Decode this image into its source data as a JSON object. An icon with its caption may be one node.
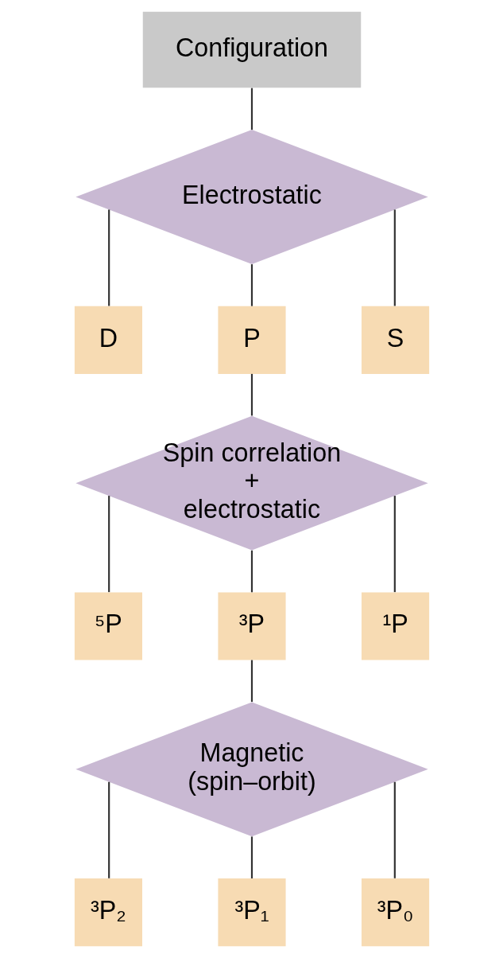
{
  "diagram": {
    "nodes": [
      {
        "text": [
          "Configuration"
        ]
      },
      {
        "text": [
          "Electrostatic"
        ]
      },
      {
        "text": [
          "D"
        ]
      },
      {
        "text": [
          "P"
        ]
      },
      {
        "text": [
          "S"
        ]
      },
      {
        "text": [
          "Spin correlation + electrostatic"
        ]
      },
      {
        "text": [
          "⁵P"
        ]
      },
      {
        "text": [
          "³P"
        ]
      },
      {
        "text": [
          "¹P"
        ]
      },
      {
        "text": [
          "Magnetic (spin–orbit)"
        ]
      },
      {
        "text": [
          "³P₂"
        ]
      },
      {
        "text": [
          "³P₁"
        ]
      },
      {
        "text": [
          "³P₀"
        ]
      }
    ],
    "edges": [
      {
        "from": 0,
        "to": 1,
        "arrow": "none"
      },
      {
        "from": 1,
        "to": 2,
        "arrow": "none"
      },
      {
        "from": 1,
        "to": 3,
        "arrow": "none"
      },
      {
        "from": 1,
        "to": 4,
        "arrow": "none"
      },
      {
        "from": 3,
        "to": 5,
        "arrow": "none"
      },
      {
        "from": 5,
        "to": 6,
        "arrow": "none"
      },
      {
        "from": 5,
        "to": 7,
        "arrow": "none"
      },
      {
        "from": 5,
        "to": 8,
        "arrow": "none"
      },
      {
        "from": 7,
        "to": 9,
        "arrow": "none"
      },
      {
        "from": 9,
        "to": 10,
        "arrow": "none"
      },
      {
        "from": 9,
        "to": 11,
        "arrow": "none"
      },
      {
        "from": 9,
        "to": 12,
        "arrow": "none"
      }
    ]
  }
}
